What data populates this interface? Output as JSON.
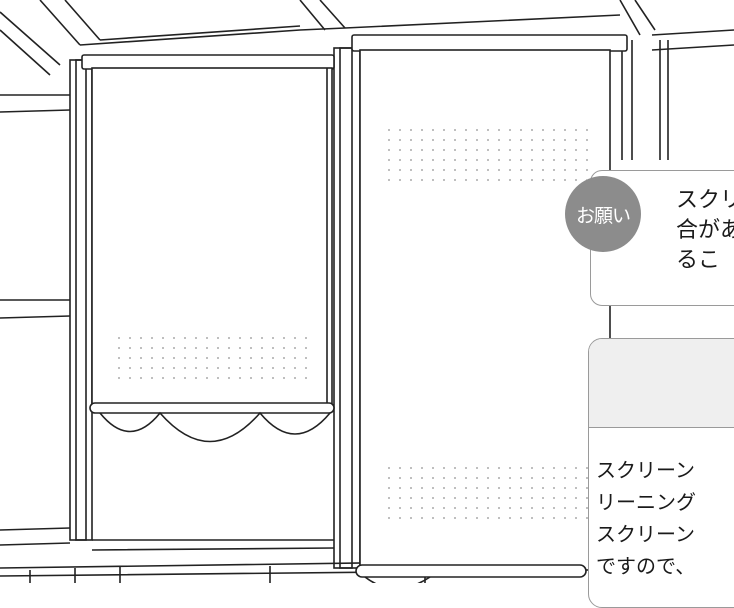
{
  "notice": {
    "badge": "お願い",
    "lines": [
      "スクリ",
      "合があ",
      "るこ"
    ]
  },
  "info_panel": {
    "lines": [
      "スクリーン",
      "リーニング",
      "スクリーン",
      "ですので、"
    ]
  },
  "icons": [
    "window-frame",
    "roller-screen-left",
    "roller-screen-right"
  ]
}
